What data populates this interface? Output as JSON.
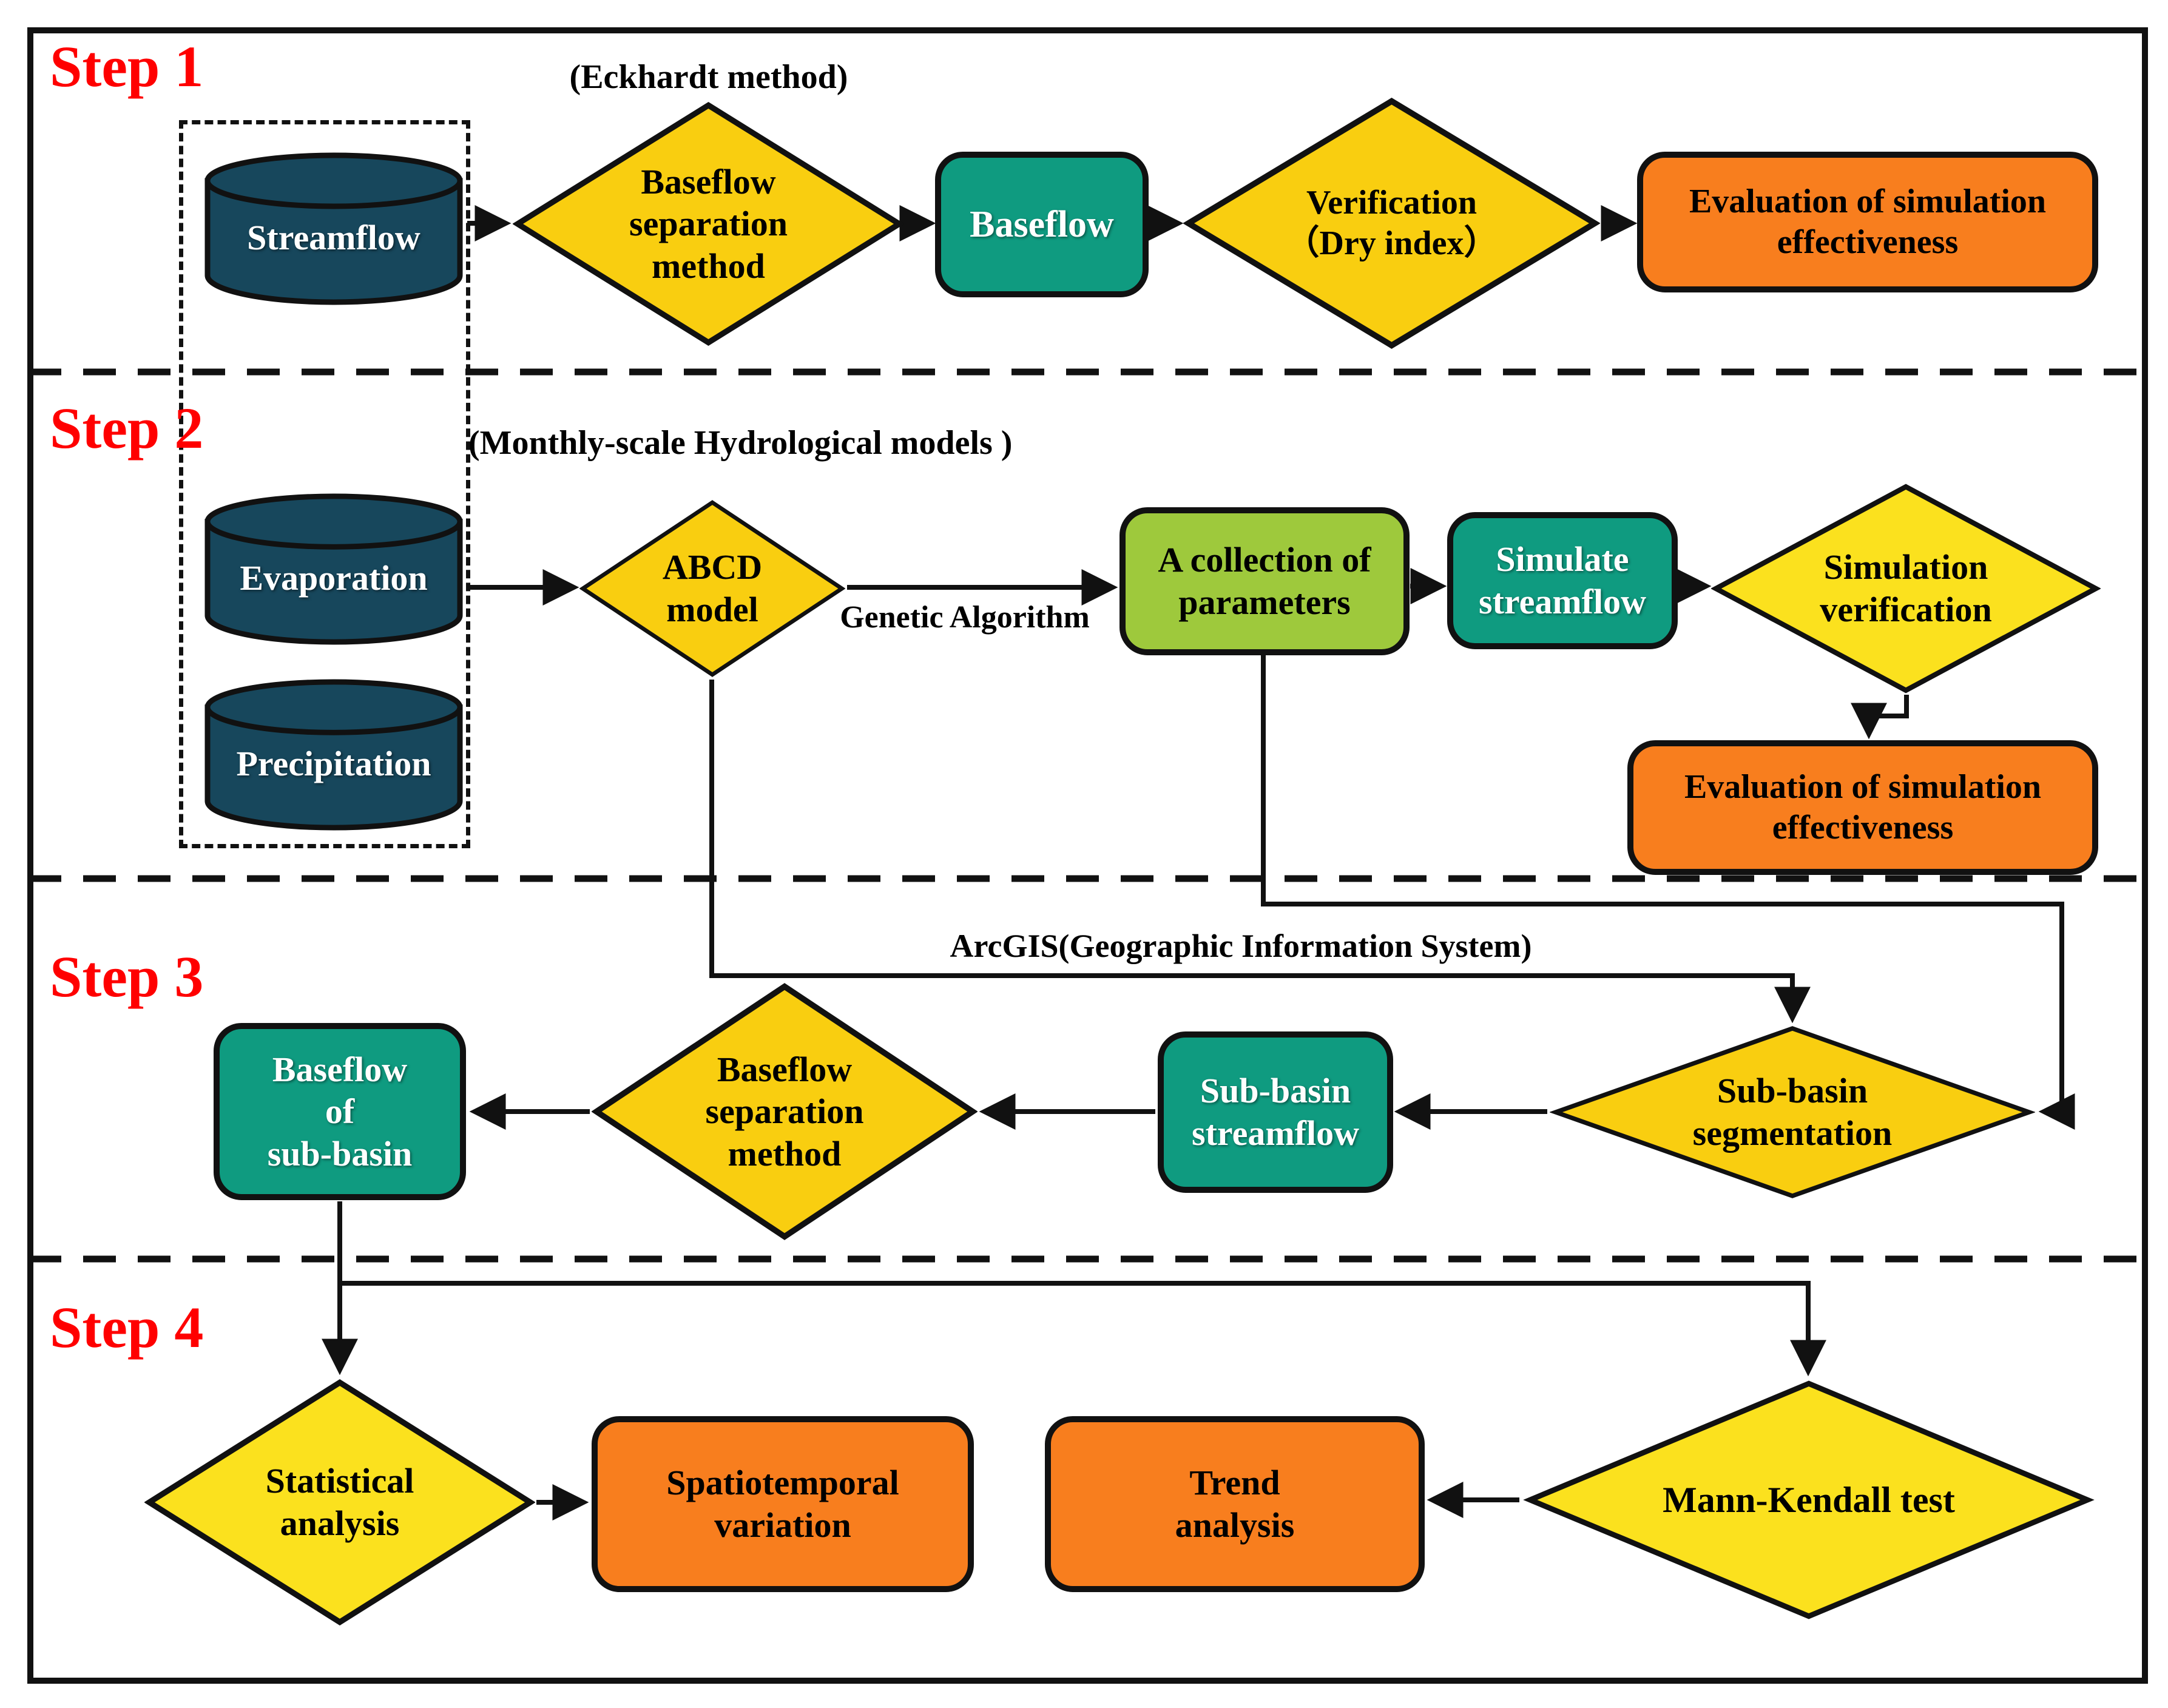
{
  "steps": {
    "s1": "Step 1",
    "s2": "Step 2",
    "s3": "Step 3",
    "s4": "Step 4"
  },
  "annotations": {
    "eckhardt": "(Eckhardt method)",
    "monthly": "(Monthly-scale Hydrological models )",
    "genetic": "Genetic Algorithm",
    "arcgis": "ArcGIS(Geographic Information System)"
  },
  "nodes": {
    "streamflow": "Streamflow",
    "baseflow_separation_1": "Baseflow\nseparation\nmethod",
    "baseflow": "Baseflow",
    "verification": "Verification\n（Dry index）",
    "evaluation_1": "Evaluation of simulation\neffectiveness",
    "evaporation": "Evaporation",
    "precipitation": "Precipitation",
    "abcd_model": "ABCD\nmodel",
    "parameters": "A collection of\nparameters",
    "simulate_streamflow": "Simulate\nstreamflow",
    "simulation_verification": "Simulation\nverification",
    "evaluation_2": "Evaluation of simulation\neffectiveness",
    "sub_basin_segmentation": "Sub-basin\nsegmentation",
    "sub_basin_streamflow": "Sub-basin\nstreamflow",
    "baseflow_separation_3": "Baseflow\nseparation\nmethod",
    "baseflow_of_sub_basin": "Baseflow\nof\nsub-basin",
    "statistical_analysis": "Statistical\nanalysis",
    "spatiotemporal_variation": "Spatiotemporal\nvariation",
    "trend_analysis": "Trend\nanalysis",
    "mann_kendall": "Mann-Kendall test"
  },
  "colors": {
    "diamond_gold": "#F9CE10",
    "diamond_yellow": "#FBE11E",
    "teal_box": "#0F9B80",
    "orange_box": "#F87E1E",
    "green_box": "#9EC93C",
    "cylinder": "#17475C",
    "step_label": "#FF0000",
    "line": "#111111"
  }
}
